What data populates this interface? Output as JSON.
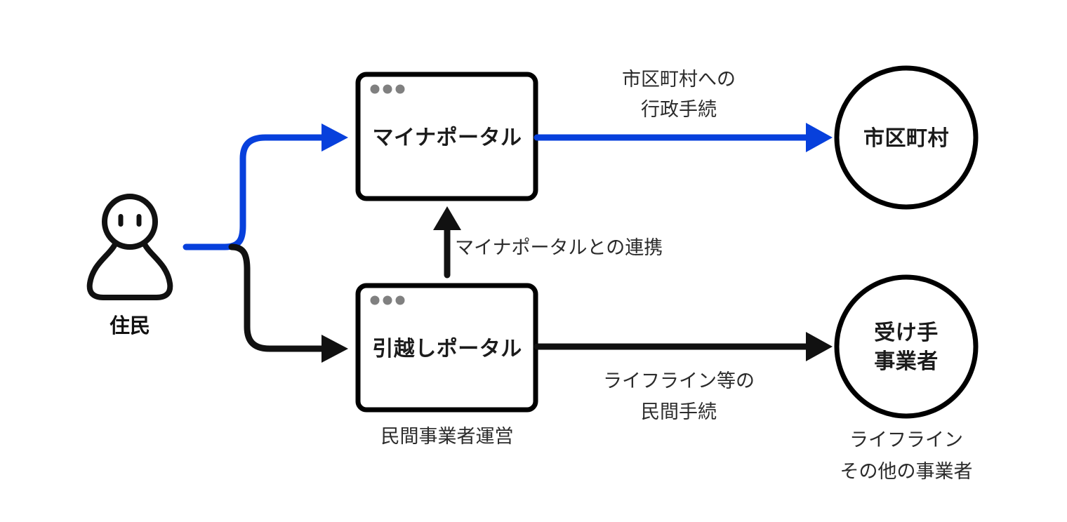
{
  "diagram": {
    "title": "",
    "colors": {
      "accent_blue": "#0740dc",
      "line_black": "#111111",
      "window_dot_gray": "#808080",
      "background": "#ffffff"
    },
    "actor": {
      "icon": "person-icon",
      "label": "住民"
    },
    "nodes": {
      "myna_portal": {
        "icon": "browser-window-icon",
        "label": "マイナポータル",
        "caption": ""
      },
      "moving_portal": {
        "icon": "browser-window-icon",
        "label": "引越しポータル",
        "caption": "民間事業者運営"
      },
      "municipality": {
        "icon": "circle-node-icon",
        "label": "市区町村",
        "caption": ""
      },
      "receiver_business": {
        "icon": "circle-node-icon",
        "label_line1": "受け手",
        "label_line2": "事業者",
        "caption_line1": "ライフライン",
        "caption_line2": "その他の事業者"
      }
    },
    "edges": {
      "resident_to_myna": {
        "label": "",
        "color": "#0740dc"
      },
      "resident_to_moving": {
        "label": "",
        "color": "#111111"
      },
      "myna_to_municipality": {
        "label_line1": "市区町村への",
        "label_line2": "行政手続",
        "color": "#0740dc"
      },
      "moving_to_myna": {
        "label": "マイナポータルとの連携",
        "color": "#111111"
      },
      "moving_to_receiver": {
        "label_line1": "ライフライン等の",
        "label_line2": "民間手続",
        "color": "#111111"
      }
    }
  }
}
